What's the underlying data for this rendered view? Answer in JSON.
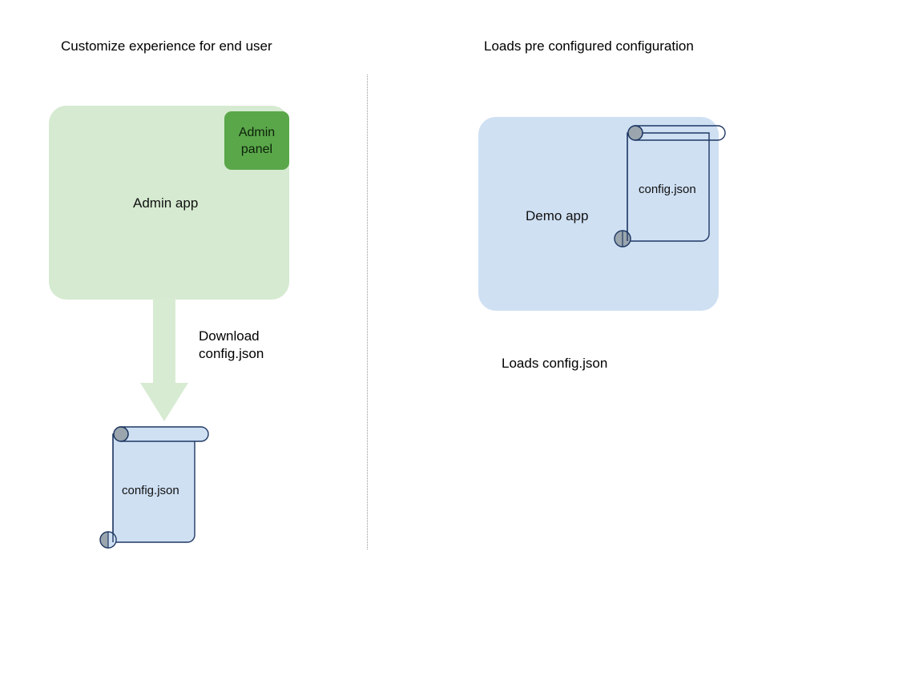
{
  "diagram": {
    "title_left": "Customize experience for end user",
    "title_right": "Loads pre configured configuration",
    "colors": {
      "admin_app_fill": "#d5ead0",
      "admin_panel_fill": "#5aa74a",
      "demo_app_fill": "#cfe0f3",
      "document_fill": "#cfe0f3",
      "document_stroke": "#1f3864",
      "curl_fill": "#9aa5ad",
      "arrow_fill": "#d7ebd2",
      "divider_stroke": "#9a9a9a",
      "text": "#000000"
    },
    "left_flow": {
      "app_label": "Admin app",
      "panel_label": "Admin\npanel",
      "panel_label_line1": "Admin",
      "panel_label_line2": "panel",
      "arrow_label_line1": "Download",
      "arrow_label_line2": "config.json",
      "document_label": "config.json"
    },
    "right_flow": {
      "app_label": "Demo app",
      "document_label": "config.json",
      "caption": "Loads config.json"
    },
    "icons": {
      "arrow_down": "arrow-down-icon",
      "document_scroll": "scroll-document-icon",
      "divider": "vertical-dotted-divider"
    }
  }
}
